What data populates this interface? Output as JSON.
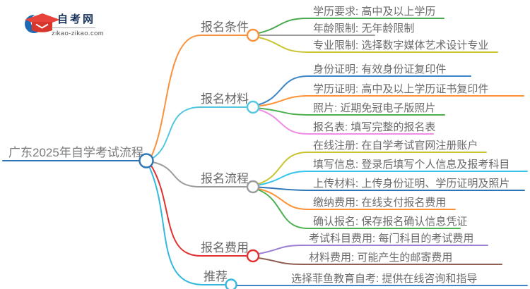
{
  "logo": {
    "title": "自考网",
    "domain": "zikao-zikao.com",
    "crescent_color": "#1c6ab2",
    "cap_color": "#e8433a",
    "cap_front_color": "#d8352c"
  },
  "root": {
    "label": "广东2025年自学考试流程",
    "color": "#2e75b6"
  },
  "branches": [
    {
      "label": "报名条件",
      "color": "#f8923c",
      "children": [
        {
          "label": "学历要求: 高中及以上学历",
          "color": "#4aa84e"
        },
        {
          "label": "年龄限制: 无年龄限制",
          "color": "#9b9b9b"
        },
        {
          "label": "专业限制: 选择数字媒体艺术设计专业",
          "color": "#c9c430"
        }
      ]
    },
    {
      "label": "报名材料",
      "color": "#54c6df",
      "children": [
        {
          "label": "身份证明: 有效身份证复印件",
          "color": "#3d85c6"
        },
        {
          "label": "学历证明: 高中及以上学历证书复印件",
          "color": "#ff9234"
        },
        {
          "label": "照片: 近期免冠电子版照片",
          "color": "#4cb050"
        },
        {
          "label": "报名表: 填写完整的报名表",
          "color": "#ee8fe5"
        }
      ]
    },
    {
      "label": "报名流程",
      "color": "#9b9b9b",
      "children": [
        {
          "label": "在线注册: 在自学考试官网注册账户",
          "color": "#c9c430"
        },
        {
          "label": "填写信息: 登录后填写个人信息及报考科目",
          "color": "#38c5ec"
        },
        {
          "label": "上传材料: 上传身份证明、学历证明及照片",
          "color": "#2e75b6"
        },
        {
          "label": "缴纳费用: 在线支付报名费用",
          "color": "#ff9234"
        },
        {
          "label": "确认报名: 保存报名确认信息凭证",
          "color": "#4cb050"
        }
      ]
    },
    {
      "label": "报名费用",
      "color": "#e23030",
      "children": [
        {
          "label": "考试科目费用: 每门科目的考试费用",
          "color": "#9b7fd4"
        },
        {
          "label": "材料费用: 可能产生的邮寄费用",
          "color": "#8f5f52"
        }
      ]
    },
    {
      "label": "推荐",
      "color": "#35b8dd",
      "children": [
        {
          "label": "选择菲鱼教育自考: 提供在线咨询和指导",
          "color": "#3d85c6"
        }
      ]
    }
  ]
}
